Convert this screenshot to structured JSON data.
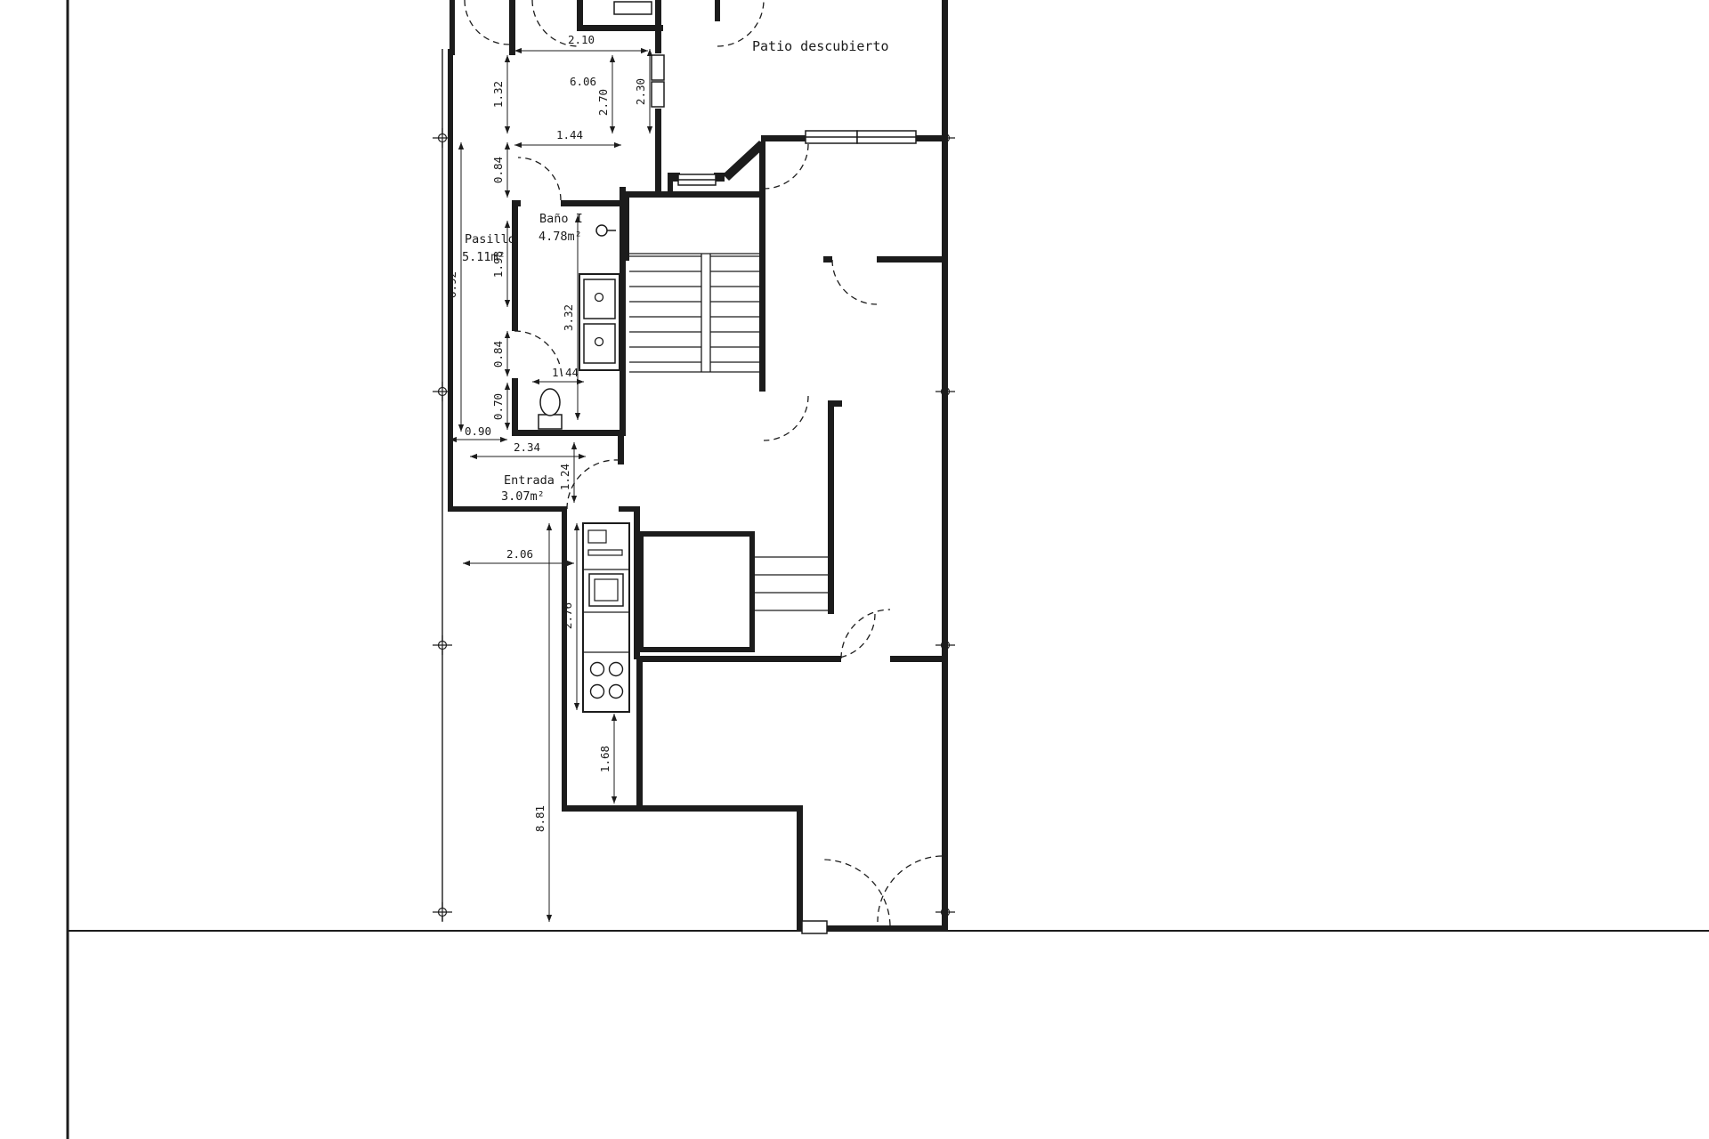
{
  "drawing": {
    "rooms": {
      "patio": {
        "name": "Patio descubierto"
      },
      "bano": {
        "name": "Baño I",
        "area": "4.78m²"
      },
      "pasillo": {
        "name": "Pasillo",
        "area": "5.11m²"
      },
      "entrada": {
        "name": "Entrada",
        "area": "3.07m²"
      }
    },
    "dims": {
      "d210": "2.10",
      "d606": "6.06",
      "d270": "2.70",
      "d230": "2.30",
      "d132": "1.32",
      "d144a": "1.44",
      "d084a": "0.84",
      "d198": "1.98",
      "d692": "6.92",
      "d332": "3.32",
      "d084b": "0.84",
      "d144b": "1.44",
      "d070": "0.70",
      "d090": "0.90",
      "d234": "2.34",
      "d124": "1.24",
      "d206": "2.06",
      "d276": "2.76",
      "d168": "1.68",
      "d881": "8.81"
    },
    "colors": {
      "ink": "#1c1c1c",
      "paper": "#ffffff"
    }
  }
}
